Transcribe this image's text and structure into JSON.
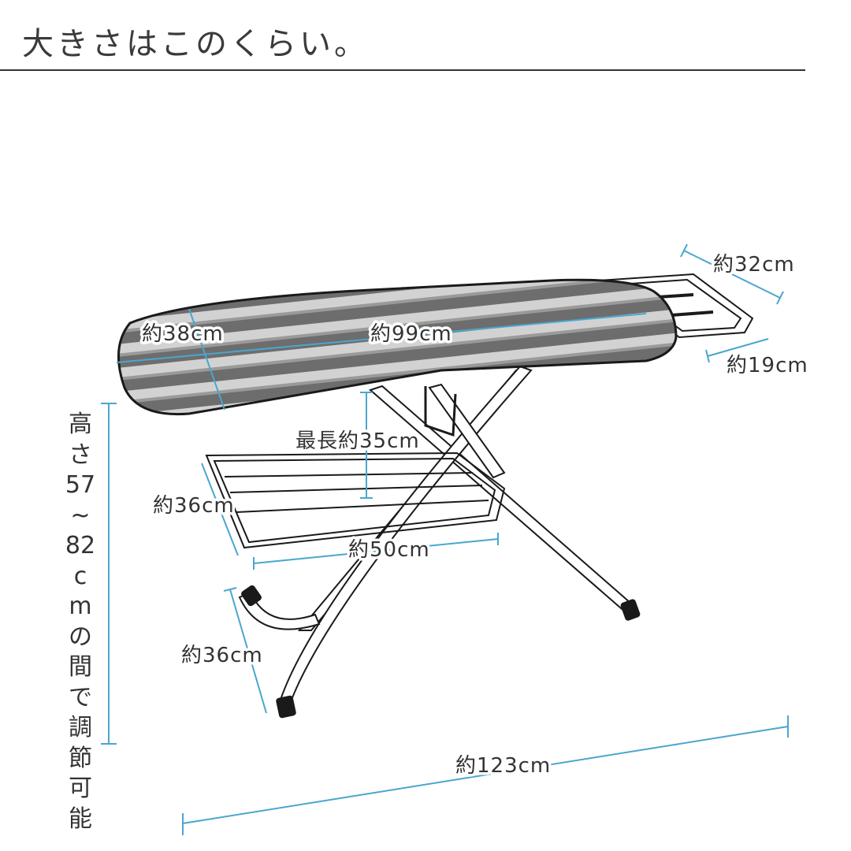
{
  "title": "大きさはこのくらい。",
  "labels": {
    "tray_width": "約32cm",
    "tray_depth": "約19cm",
    "board_width": "約38cm",
    "board_length": "約99cm",
    "clearance": "最長約35cm",
    "rack_depth": "約36cm",
    "rack_width": "約50cm",
    "foot_width": "約36cm",
    "total_length": "約123cm",
    "height": "高さ57~82cmの間で調節可能"
  },
  "colors": {
    "dimension_line": "#4aa6cf",
    "outline": "#1a1a1a",
    "text": "#333333"
  }
}
